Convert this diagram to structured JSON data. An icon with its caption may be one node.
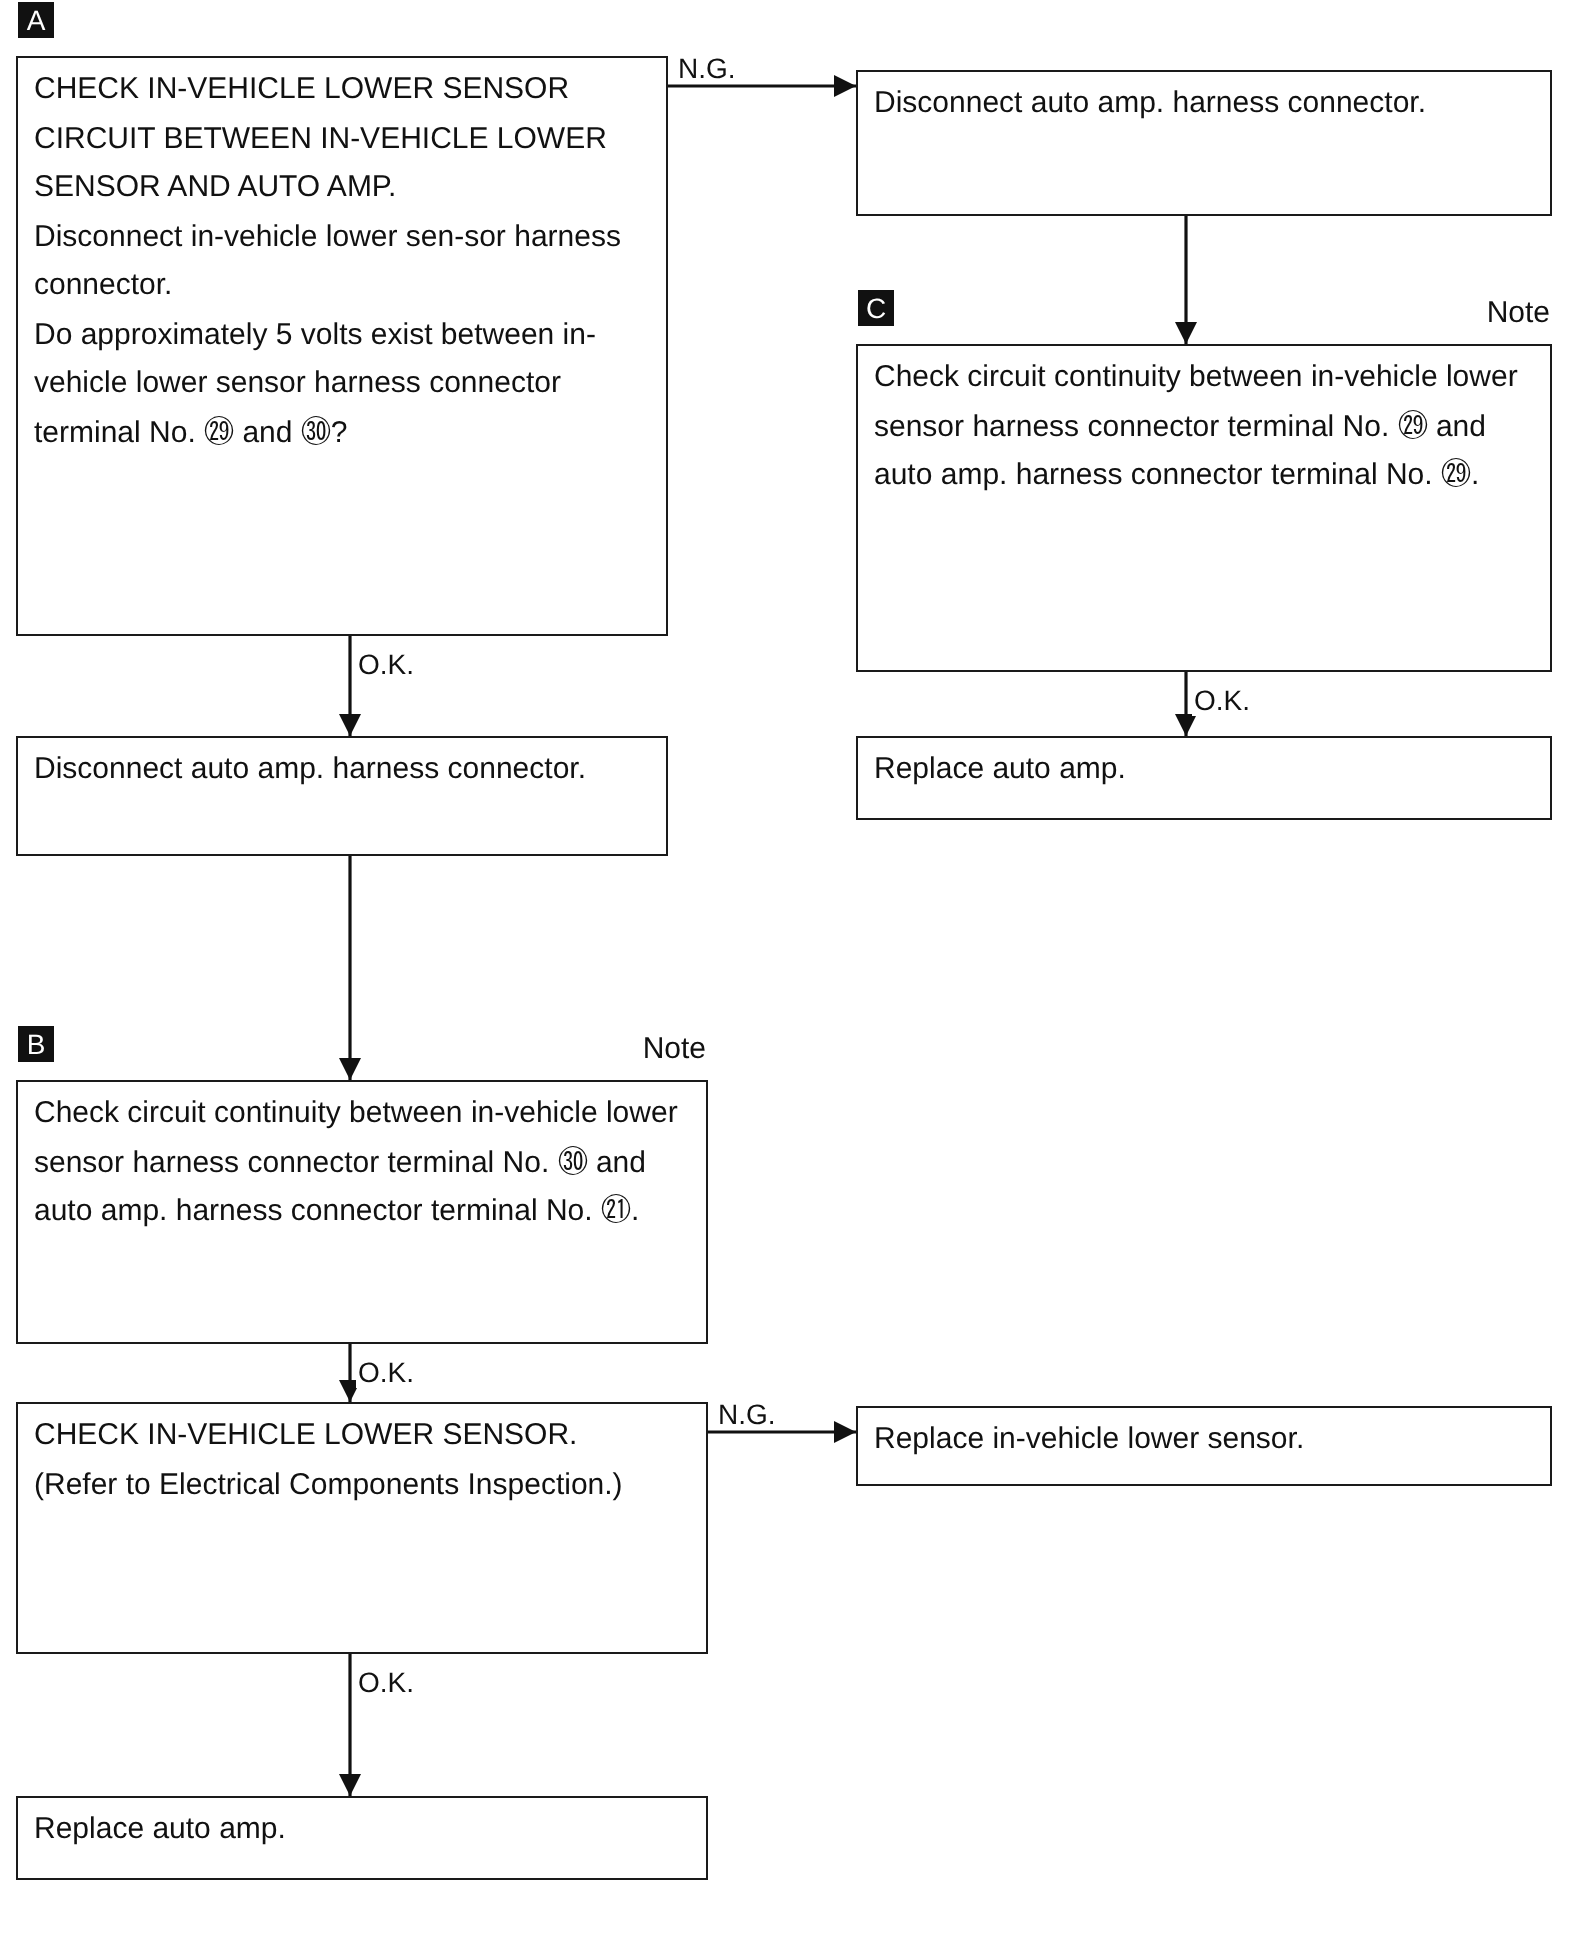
{
  "diagram": {
    "nodes": [
      {
        "text": [
          "CHECK IN-VEHICLE LOWER SENSOR CIRCUIT BETWEEN IN-VEHICLE LOWER SENSOR AND AUTO AMP.",
          "Disconnect in-vehicle lower sen-sor harness connector.",
          "Do approximately 5 volts exist between in-vehicle lower sensor harness connector terminal No. ㉙ and ㉚?"
        ],
        "beside": [
          "A"
        ]
      },
      {
        "text": [
          "Disconnect auto amp. harness connector."
        ]
      },
      {
        "text": [
          "Check circuit continuity between in-vehicle lower sensor harness connector terminal No. ㉙ and auto amp. harness connector terminal No. ㉙."
        ],
        "beside": [
          "C",
          "Note"
        ]
      },
      {
        "text": [
          "Replace auto amp."
        ]
      },
      {
        "text": [
          "Disconnect auto amp. harness connector."
        ]
      },
      {
        "text": [
          "Check circuit continuity between in-vehicle lower sensor harness connector terminal No. ㉚ and auto amp. harness connector terminal No. ㉑."
        ],
        "beside": [
          "B",
          "Note"
        ]
      },
      {
        "text": [
          "CHECK IN-VEHICLE LOWER SENSOR.",
          "(Refer to Electrical Components Inspection.)"
        ]
      },
      {
        "text": [
          "Replace in-vehicle lower sensor."
        ]
      },
      {
        "text": [
          "Replace auto amp."
        ]
      }
    ],
    "edges": [
      {
        "from": 0,
        "to": 1,
        "arrow": "to",
        "label": "N.G."
      },
      {
        "from": 1,
        "to": 2,
        "arrow": "to"
      },
      {
        "from": 2,
        "to": 3,
        "arrow": "to",
        "label": "O.K."
      },
      {
        "from": 0,
        "to": 4,
        "arrow": "to",
        "label": "O.K."
      },
      {
        "from": 4,
        "to": 5,
        "arrow": "to"
      },
      {
        "from": 5,
        "to": 6,
        "arrow": "to",
        "label": "O.K."
      },
      {
        "from": 6,
        "to": 7,
        "arrow": "to",
        "label": "N.G."
      },
      {
        "from": 6,
        "to": 8,
        "arrow": "to",
        "label": "O.K."
      }
    ]
  }
}
